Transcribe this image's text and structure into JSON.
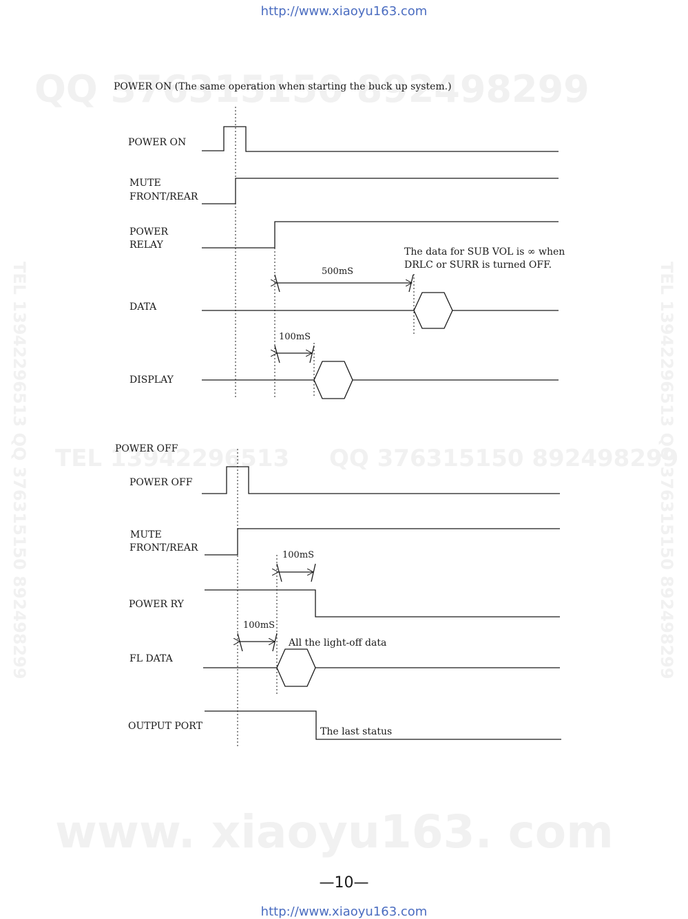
{
  "header_url": "http://www.xiaoyu163.com",
  "footer_url": "http://www.xiaoyu163.com",
  "watermarks": {
    "top": "QQ 376315150  892498299",
    "mid_left": "TEL 13942296513",
    "mid_right": "QQ 376315150  892498299",
    "bottom": "www. xiaoyu163. com",
    "side_left": "TEL 13942296513  QQ 376315150  892498299",
    "side_right": "TEL 13942296513  QQ 376315150  892498299"
  },
  "power_on": {
    "title": "POWER ON  (The same operation when starting the buck up system.)",
    "signals": {
      "power_on": "POWER  ON",
      "mute_1": "MUTE",
      "mute_2": "FRONT/REAR",
      "relay_1": "POWER",
      "relay_2": "RELAY",
      "data": "DATA",
      "display": "DISPLAY"
    },
    "note_1": "The data for SUB VOL is ∞ when",
    "note_2": "DRLC or SURR is turned OFF.",
    "t_500": "500mS",
    "t_100": "100mS"
  },
  "power_off": {
    "title": "POWER OFF",
    "signals": {
      "power_off": "POWER  OFF",
      "mute_1": "MUTE",
      "mute_2": "FRONT/REAR",
      "power_ry": "POWER  RY",
      "fl_data": "FL  DATA",
      "output_port": "OUTPUT PORT"
    },
    "t_100_ry": "100mS",
    "t_100_fl": "100mS",
    "note_fl": "All  the  light-off  data",
    "note_out": "The  last  status"
  },
  "page_number": "—10—"
}
